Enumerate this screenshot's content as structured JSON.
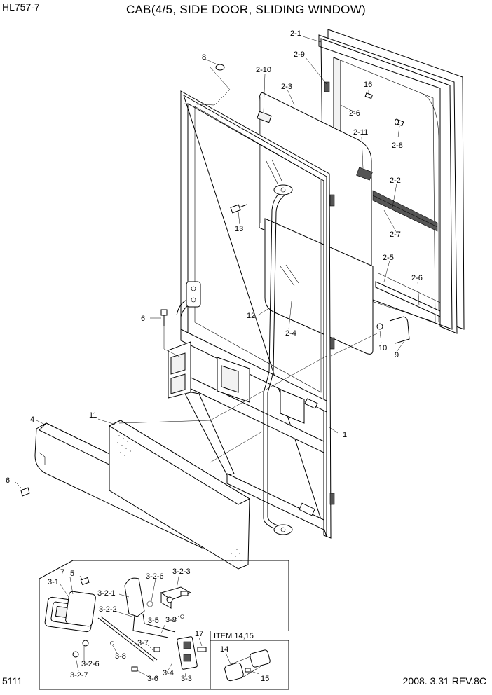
{
  "header": {
    "model": "HL757-7",
    "title": "CAB(4/5, SIDE DOOR, SLIDING WINDOW)"
  },
  "footer": {
    "page_number": "5111",
    "revision": "2008. 3.31  REV.8C"
  },
  "callouts": [
    "1",
    "2-1",
    "2-2",
    "2-3",
    "2-4",
    "2-5",
    "2-6",
    "2-6",
    "2-7",
    "2-8",
    "2-9",
    "2-10",
    "2-11",
    "4",
    "6",
    "6",
    "8",
    "9",
    "10",
    "11",
    "12",
    "13",
    "16"
  ],
  "inset_callouts": [
    "3-1",
    "3-2-1",
    "3-2-2",
    "3-2-3",
    "3-2-6",
    "3-2-6",
    "3-2-7",
    "3-3",
    "3-4",
    "3-5",
    "3-6",
    "3-7",
    "3-8",
    "3-8",
    "5",
    "7",
    "17"
  ],
  "item_box": {
    "title": "ITEM 14,15",
    "callouts": [
      "14",
      "15"
    ]
  }
}
